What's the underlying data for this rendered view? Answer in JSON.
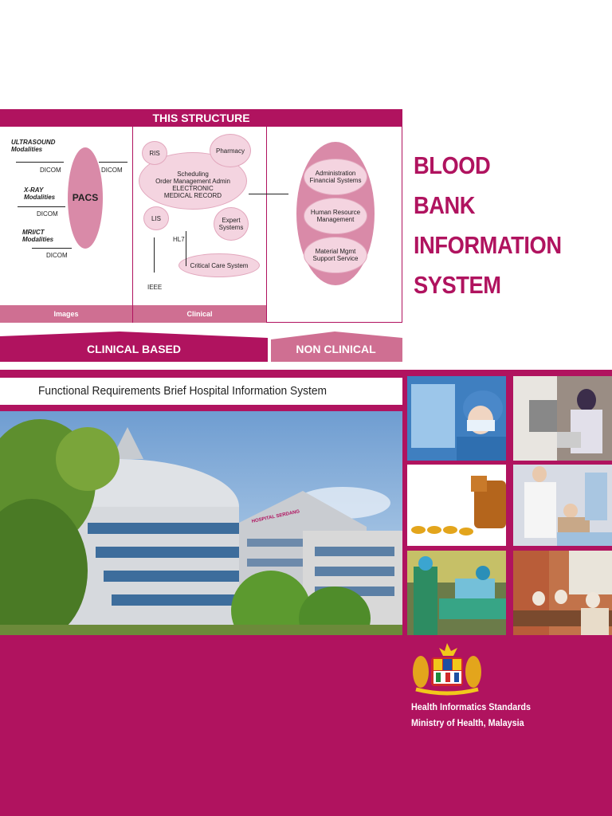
{
  "diagram": {
    "header": "THIS STRUCTURE",
    "images_panel": {
      "modalities": [
        {
          "name": "ULTRASOUND",
          "sub": "Modalities",
          "protocol": "DICOM"
        },
        {
          "name": "X-RAY",
          "sub": "Modalities",
          "protocol": "DICOM"
        },
        {
          "name": "MRI/CT",
          "sub": "Modalities",
          "protocol": "DICOM"
        }
      ],
      "pacs": "PACS",
      "right_protocol": "DICOM",
      "footer": "Images"
    },
    "clinical_panel": {
      "ris": "RIS",
      "pharmacy": "Pharmacy",
      "emr_line1": "Scheduling",
      "emr_line2": "Order Management Admin",
      "emr_line3": "ELECTRONIC",
      "emr_line4": "MEDICAL RECORD",
      "lis": "LIS",
      "expert": "Expert Systems",
      "hl7": "HL7",
      "critical": "Critical Care System",
      "ieee": "IEEE",
      "footer": "Clinical"
    },
    "nonclinical_panel": {
      "items": [
        "Administration Financial Systems",
        "Human Resource Management",
        "Material Mgmt Support Service"
      ]
    },
    "band_clinical": "CLINICAL BASED",
    "band_nonclinical": "NON CLINICAL"
  },
  "title": {
    "line1": "BLOOD",
    "line2": "BANK",
    "line3": "INFORMATION",
    "line4": "SYSTEM"
  },
  "subtitle": "Functional Requirements Brief Hospital Information System",
  "building_sign": "HOSPITAL SERDANG",
  "footer": {
    "line1": "Health Informatics Standards",
    "line2": "Ministry of Health, Malaysia"
  },
  "colors": {
    "brand": "#b0135f",
    "brand_light": "#cf6f92",
    "bubble": "#f4d4e0"
  }
}
